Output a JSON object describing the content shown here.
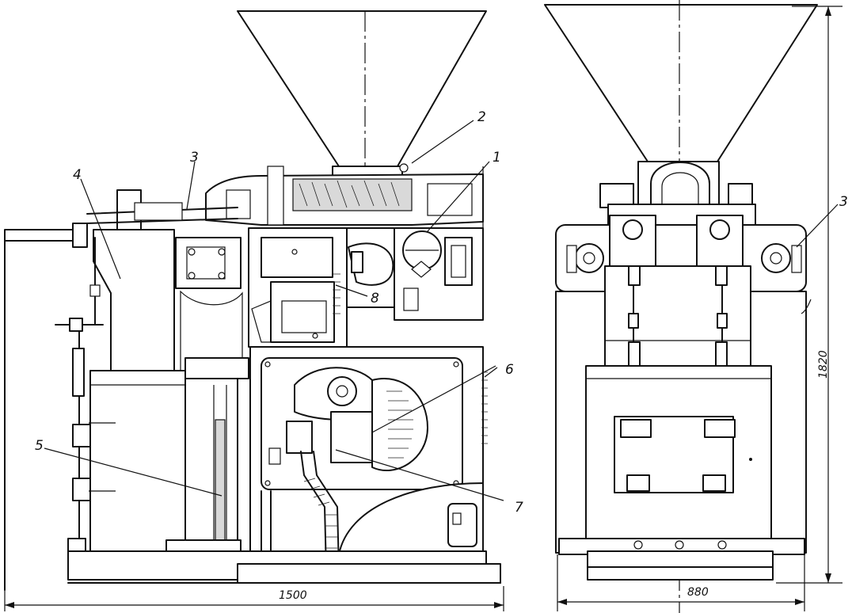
{
  "callouts": [
    {
      "id": "1",
      "text": "1"
    },
    {
      "id": "2",
      "text": "2"
    },
    {
      "id": "3",
      "text": "3"
    },
    {
      "id": "4",
      "text": "4"
    },
    {
      "id": "5",
      "text": "5"
    },
    {
      "id": "6",
      "text": "6"
    },
    {
      "id": "7",
      "text": "7"
    },
    {
      "id": "8",
      "text": "8"
    },
    {
      "id": "3b",
      "text": "3"
    }
  ],
  "dimensions": {
    "front_width": "1500",
    "side_width": "880",
    "height": "1820"
  }
}
